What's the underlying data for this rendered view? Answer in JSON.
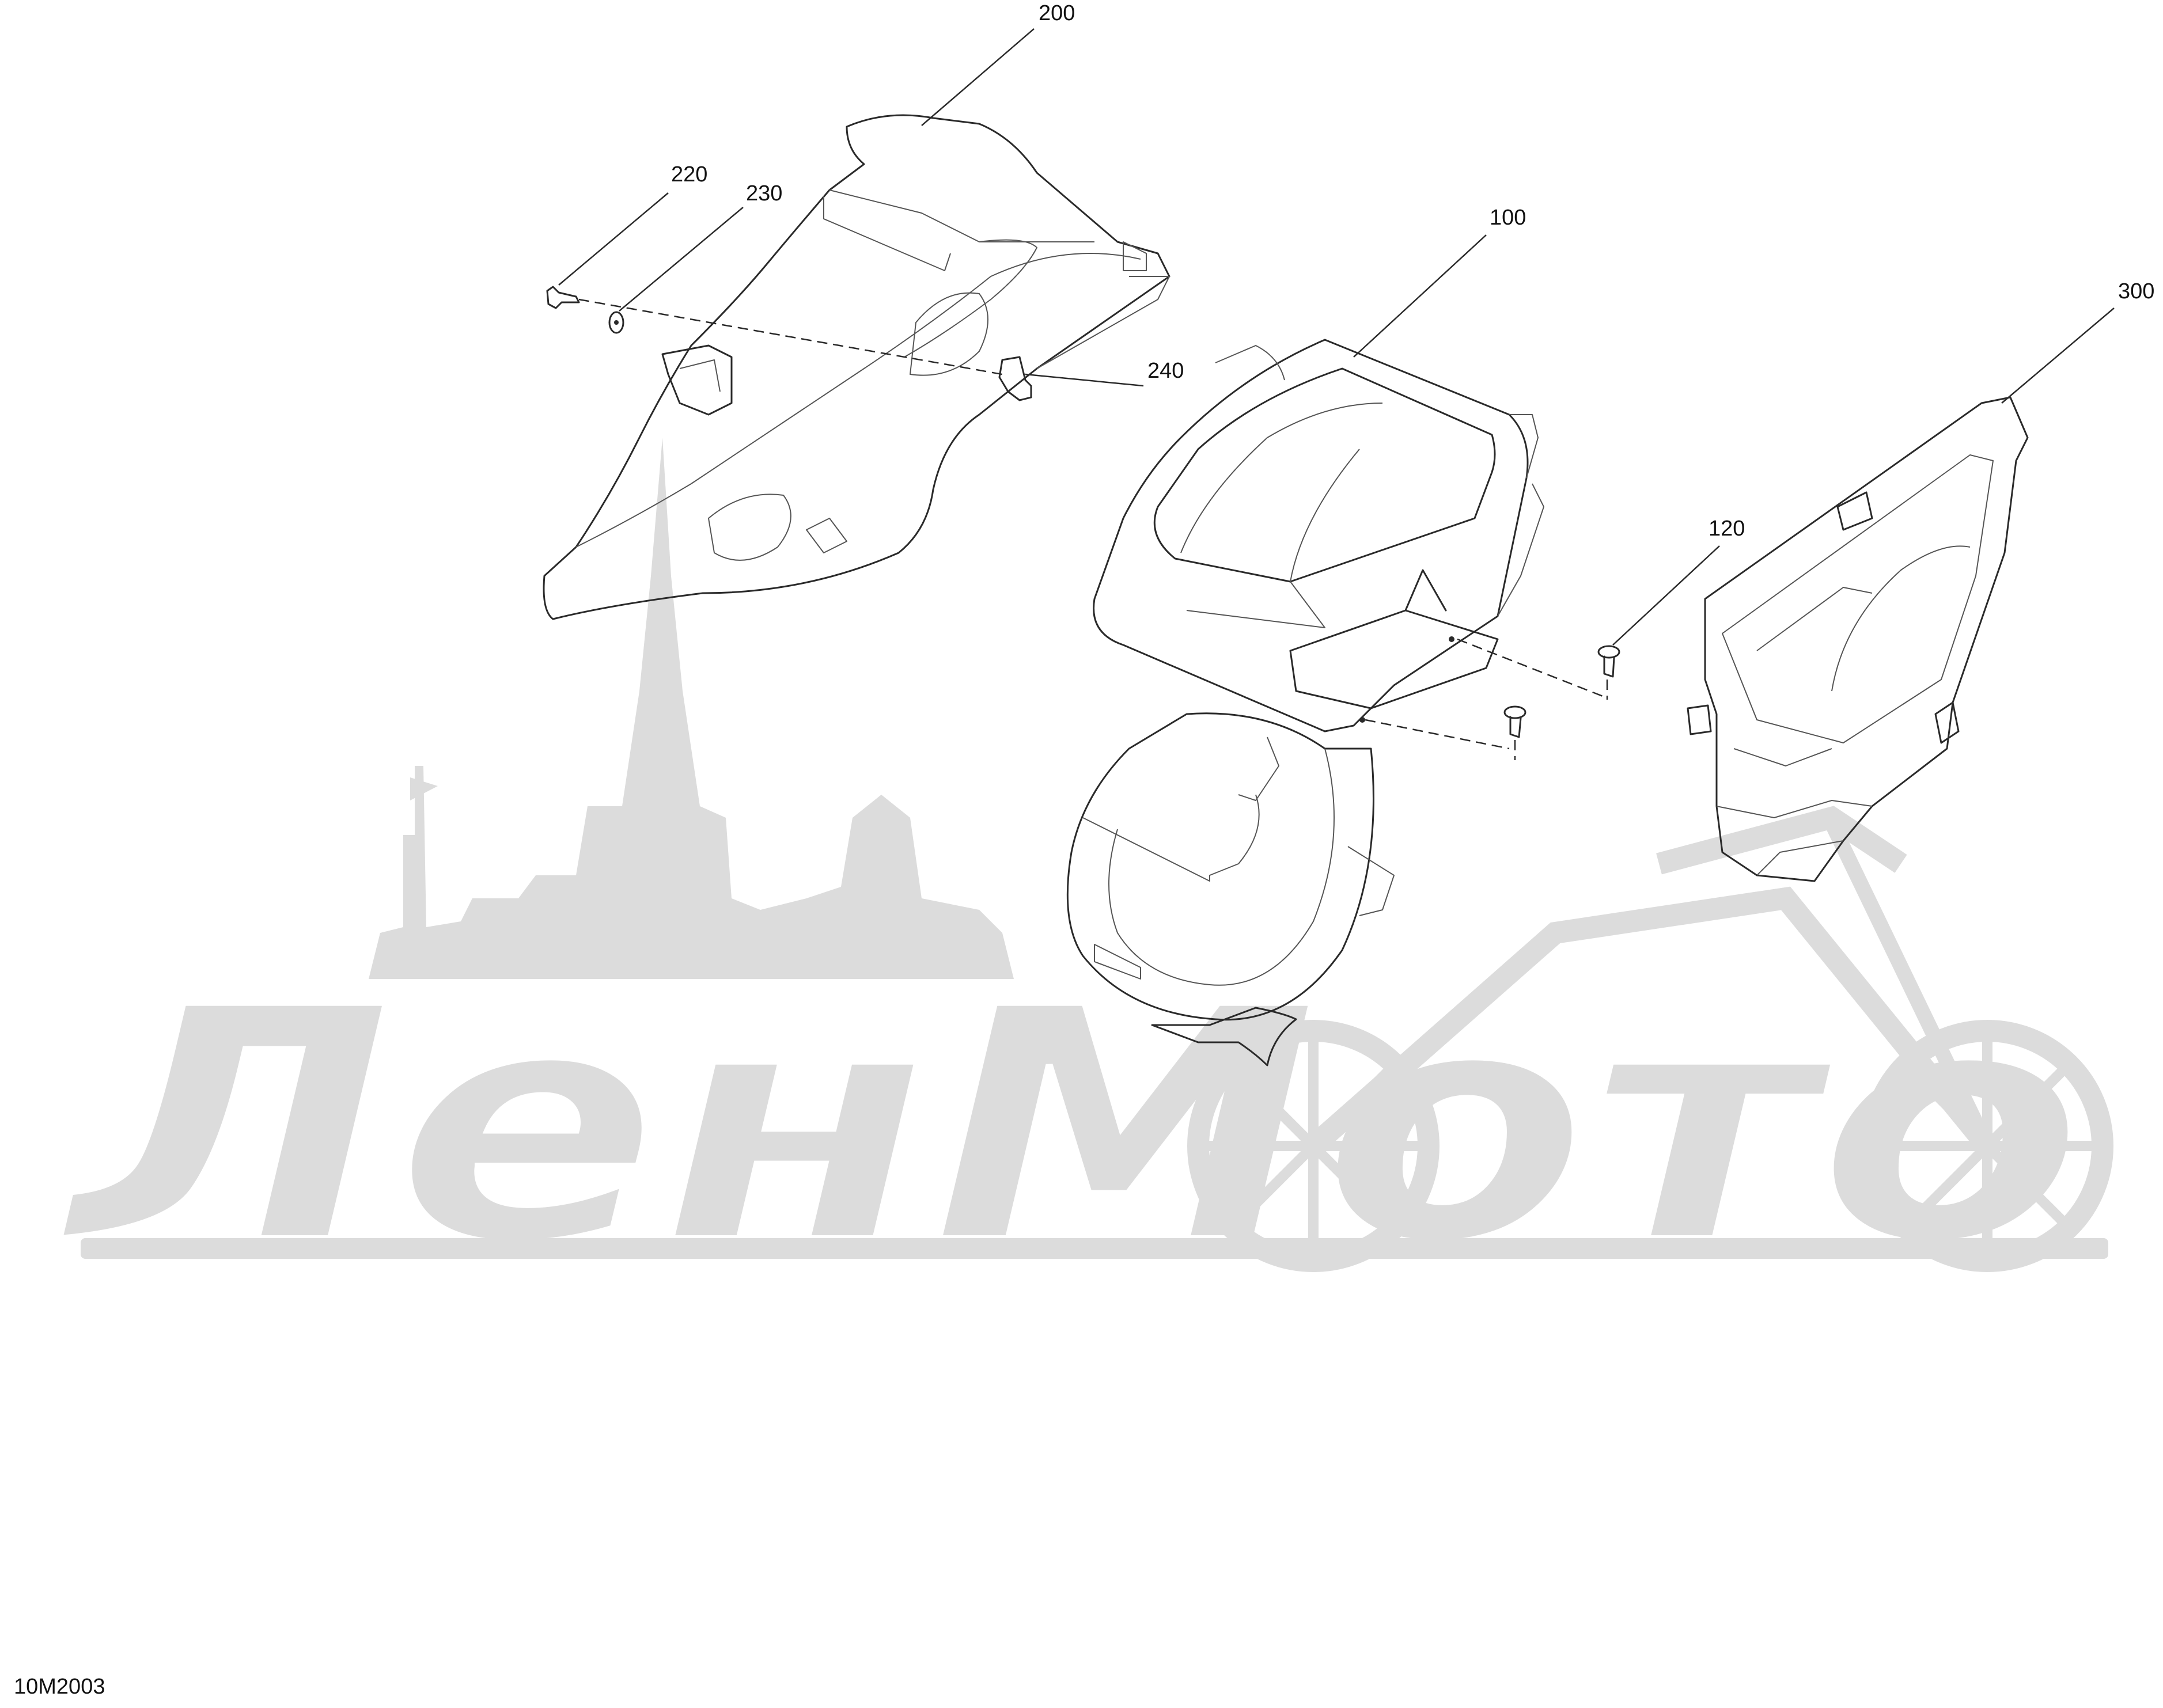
{
  "drawing_code": "10M2003",
  "watermark": {
    "text": "ЛенМото",
    "color": "#d6d6d6"
  },
  "callouts": [
    {
      "id": "100",
      "label": "100"
    },
    {
      "id": "120",
      "label": "120"
    },
    {
      "id": "200",
      "label": "200"
    },
    {
      "id": "220",
      "label": "220"
    },
    {
      "id": "230",
      "label": "230"
    },
    {
      "id": "240",
      "label": "240"
    },
    {
      "id": "300",
      "label": "300"
    }
  ]
}
